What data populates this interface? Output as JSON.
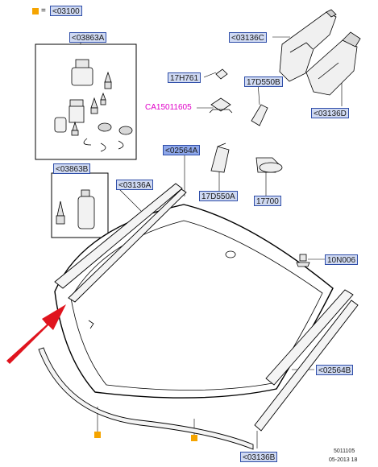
{
  "header": {
    "label": "<03100"
  },
  "callouts": {
    "c03863a": "<03863A",
    "c03863b": "<03863B",
    "c03136c": "<03136C",
    "c03136d": "<03136D",
    "c17h761": "17H761",
    "c17d550b": "17D550B",
    "c17d550a": "17D550A",
    "c17700": "17700",
    "ca": "CA15011605",
    "c02564a": "<02564A",
    "c03136a": "<03136A",
    "c10n006": "10N006",
    "c02564b": "<02564B",
    "c03136b": "<03136B"
  },
  "footer": {
    "code": "5011105",
    "date": "05-2013 18"
  },
  "colors": {
    "marker": "#f5a400",
    "callout_border": "#2f4ea8",
    "callout_fill": "#cfd9f2",
    "arrow": "#e0141e",
    "magenta": "#e000c8"
  }
}
